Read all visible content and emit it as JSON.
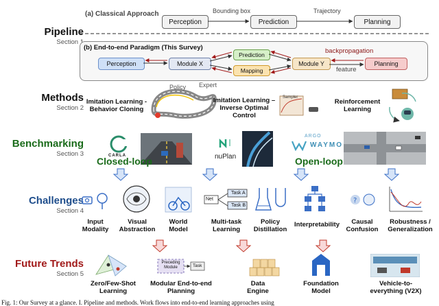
{
  "pipeline": {
    "title": "Pipeline",
    "section": "Section 1",
    "classical_label": "(a) Classical Approach",
    "classical_boxes": [
      "Perception",
      "Prediction",
      "Planning"
    ],
    "classical_arrows": [
      "Bounding box",
      "Trajectory"
    ],
    "e2e_label": "(b) End-to-end Paradigm (This Survey)",
    "e2e_boxes": {
      "perception": "Perception",
      "module_x": "Module X",
      "prediction": "Prediction",
      "mapping": "Mapping",
      "module_y": "Module Y",
      "planning": "Planning"
    },
    "backprop": "backpropagation",
    "feature": "feature"
  },
  "methods": {
    "title": "Methods",
    "section": "Section 2",
    "policy": "Policy",
    "expert": "Expert",
    "il_bc": "Imitation Learning - Behavior Cloning",
    "il_ioc": "Imitation Learning – Inverse Optimal Control",
    "sampler": "Sampler",
    "rl": "Reinforcement Learning"
  },
  "benchmarking": {
    "title": "Benchmarking",
    "section": "Section 3",
    "carla": "CARLA",
    "closed_loop": "Closed-loop",
    "nuplan": "nuPlan",
    "open_loop": "Open-loop",
    "argo": "ARGO",
    "waymo": "WAYMO"
  },
  "challenges": {
    "title": "Challenges",
    "section": "Section 4",
    "items": [
      "Input Modality",
      "Visual Abstraction",
      "World Model",
      "Multi-task Learning",
      "Policy Distillation",
      "Interpretability",
      "Causal Confusion",
      "Robustness / Generalization"
    ],
    "net": "Net",
    "task_a": "Task A",
    "task_b": "Task B"
  },
  "future": {
    "title": "Future Trends",
    "section": "Section 5",
    "items": [
      "Zero/Few-Shot Learning",
      "Modular End-to-end Planning",
      "Data Engine",
      "Foundation Model",
      "Vehicle-to-everything (V2X)"
    ],
    "preceding_module": "Preceding Module",
    "task": "Task"
  },
  "caption": "Fig. 1: Our Survey at a glance. I. Pipeline and methods. Work flows into end-to-end learning approaches using"
}
